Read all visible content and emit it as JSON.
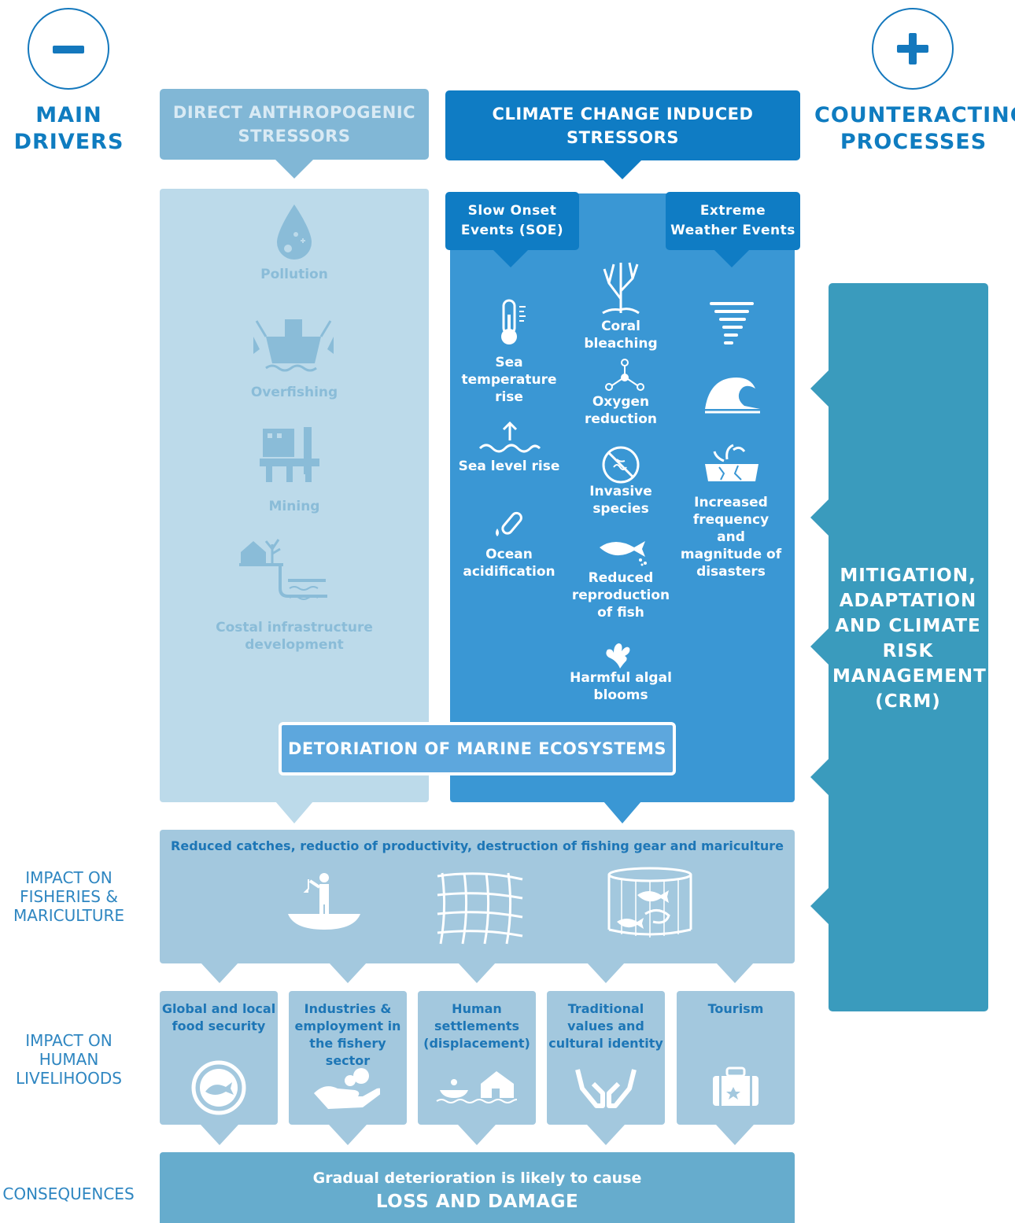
{
  "left_col": {
    "main_drivers": "MAIN DRIVERS",
    "impact_fisheries": "IMPACT ON FISHERIES & MARICULTURE",
    "impact_livelihoods": "IMPACT ON HUMAN LIVELIHOODS",
    "consequences": "CONSEQUENCES"
  },
  "right_col": {
    "counteracting": "COUNTERACTING PROCESSES",
    "mitigation": "MITIGATION, ADAPTATION AND CLIMATE RISK MANAGEMENT (CRM)"
  },
  "headers": {
    "direct": "DIRECT ANTHROPOGENIC STRESSORS",
    "climate": "CLIMATE CHANGE INDUCED STRESSORS",
    "slow_onset": "Slow Onset Events (SOE)",
    "extreme": "Extreme Weather Events"
  },
  "direct_stressors": [
    "Pollution",
    "Overfishing",
    "Mining",
    "Costal infrastructure development"
  ],
  "soe_col1": [
    "Sea temperature rise",
    "Sea level rise",
    "Ocean acidification"
  ],
  "soe_col2": [
    "Coral bleaching",
    "Oxygen reduction",
    "Invasive species",
    "Reduced reproduction of fish",
    "Harmful algal blooms"
  ],
  "extreme_col": [
    "Increased frequency and magnitude of disasters"
  ],
  "deterioration": "DETORIATION OF MARINE ECOSYSTEMS",
  "fisheries_impact": "Reduced catches, reductio   of productivity, destruction of fishing gear and mariculture",
  "livelihoods": [
    "Global and local food security",
    "Industries & employment in the fishery sector",
    "Human settlements (displacement)",
    "Traditional values and cultural identity",
    "Tourism"
  ],
  "consequence": {
    "line1": "Gradual deterioration is likely to cause",
    "line2": "LOSS AND DAMAGE"
  },
  "colors": {
    "light_blue": "#bcdaea",
    "mid_blue": "#81b7d6",
    "dark_blue": "#0f7cc4",
    "bright_blue": "#3a97d4",
    "teal": "#3a9bbd"
  },
  "icons": [
    "minus-icon",
    "plus-icon",
    "water-drop-icon",
    "trawler-icon",
    "oil-rig-icon",
    "coastal-house-icon",
    "thermometer-icon",
    "sea-level-icon",
    "test-tube-icon",
    "coral-icon",
    "molecule-icon",
    "bacteria-icon",
    "fish-icon",
    "algae-icon",
    "tornado-icon",
    "wave-icon",
    "drought-icon",
    "fisherman-boat-icon",
    "fishing-net-icon",
    "fish-cage-icon",
    "plate-fish-icon",
    "hand-coin-icon",
    "flood-house-icon",
    "caring-hands-icon",
    "suitcase-icon"
  ]
}
